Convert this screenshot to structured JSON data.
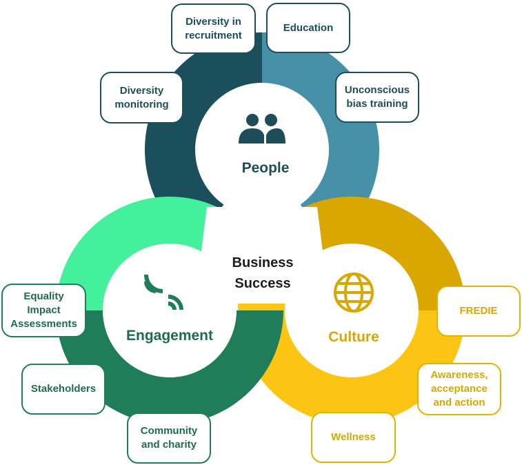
{
  "center": {
    "line1": "Business",
    "line2": "Success"
  },
  "hubs": {
    "people": {
      "label": "People",
      "icon": "people-icon"
    },
    "engagement": {
      "label": "Engagement",
      "icon": "signal-icon"
    },
    "culture": {
      "label": "Culture",
      "icon": "globe-icon"
    }
  },
  "people_items": {
    "diversity_recruitment": [
      "Diversity in",
      "recruitment"
    ],
    "education": [
      "Education"
    ],
    "unconscious_bias": [
      "Unconscious",
      "bias training"
    ],
    "diversity_monitoring": [
      "Diversity",
      "monitoring"
    ]
  },
  "engagement_items": {
    "equality": [
      "Equality",
      "Impact",
      "Assessments"
    ],
    "stakeholders": [
      "Stakeholders"
    ],
    "community": [
      "Community",
      "and charity"
    ]
  },
  "culture_items": {
    "fredie": [
      "FREDIE"
    ],
    "awareness": [
      "Awareness,",
      "acceptance",
      "and action"
    ],
    "wellness": [
      "Wellness"
    ]
  },
  "colors": {
    "people_dark": "#1b4f5c",
    "people_light": "#4690a8",
    "engagement_light": "#45f09c",
    "engagement_dark": "#1f7d5a",
    "culture_dark": "#d9a700",
    "culture_light": "#fcc514",
    "text_dark": "#1d1d1d"
  }
}
